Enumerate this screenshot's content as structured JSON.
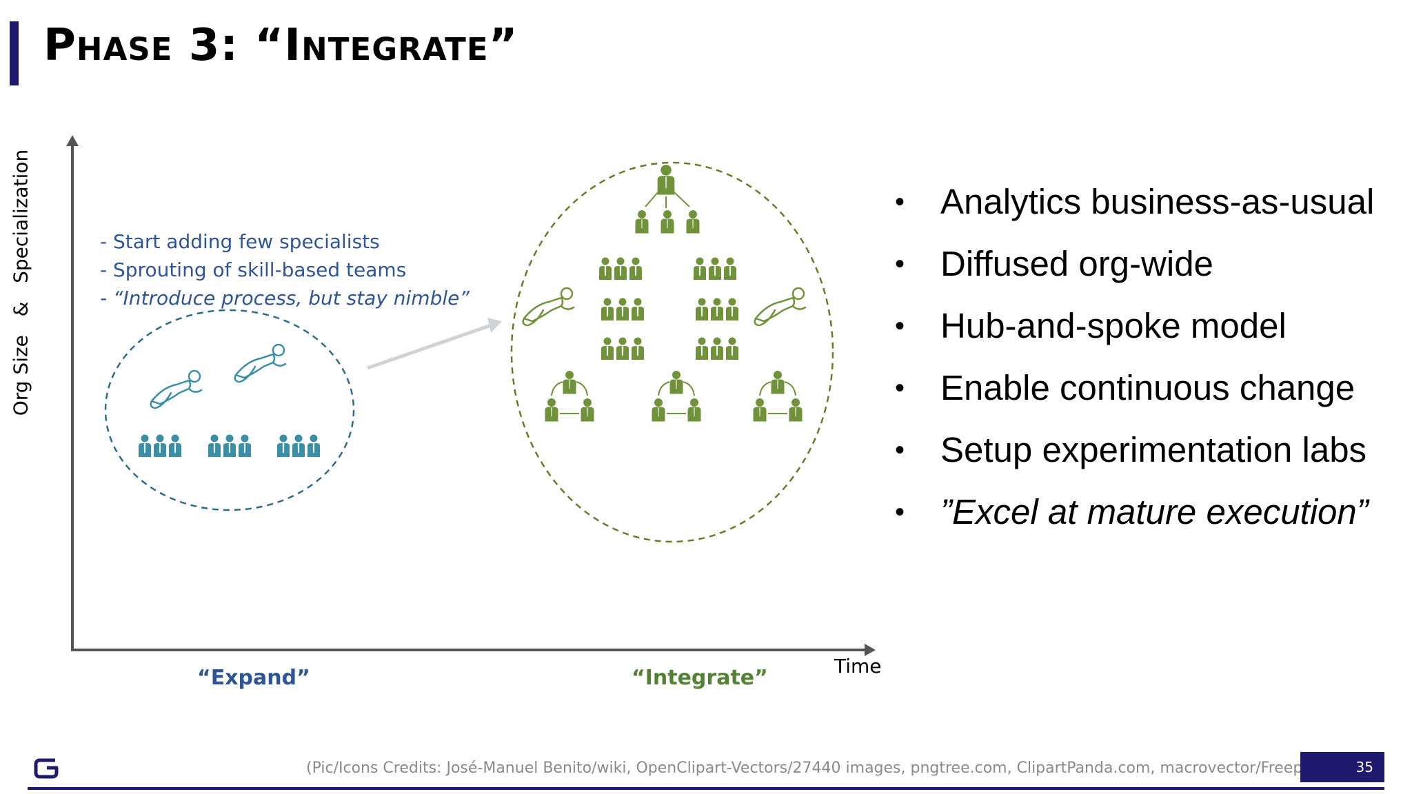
{
  "slide": {
    "title": "Phase 3: “Integrate”",
    "page_number": "35",
    "credits": "(Pic/Icons Credits: José-Manuel Benito/wiki, OpenClipart-Vectors/27440 images, pngtree.com, ClipartPanda.com, macrovector/Freepik)"
  },
  "diagram": {
    "y_axis_label": "Org Size   &   Specialization",
    "x_axis_label": "Time",
    "phase_expand": "“Expand”",
    "phase_integrate": "“Integrate”",
    "notes": [
      "- Start adding few specialists",
      "- Sprouting of skill-based teams",
      "- “Introduce process, but stay nimble”"
    ],
    "colors": {
      "expand": "#3a8fa6",
      "integrate": "#70923a",
      "notes": "#2f5597",
      "brand": "#1f1a6e"
    }
  },
  "bullets": [
    "Analytics business-as-usual",
    "Diffused org-wide",
    "Hub-and-spoke model",
    "Enable continuous change",
    "Setup experimentation labs",
    "”Excel at mature execution”"
  ]
}
